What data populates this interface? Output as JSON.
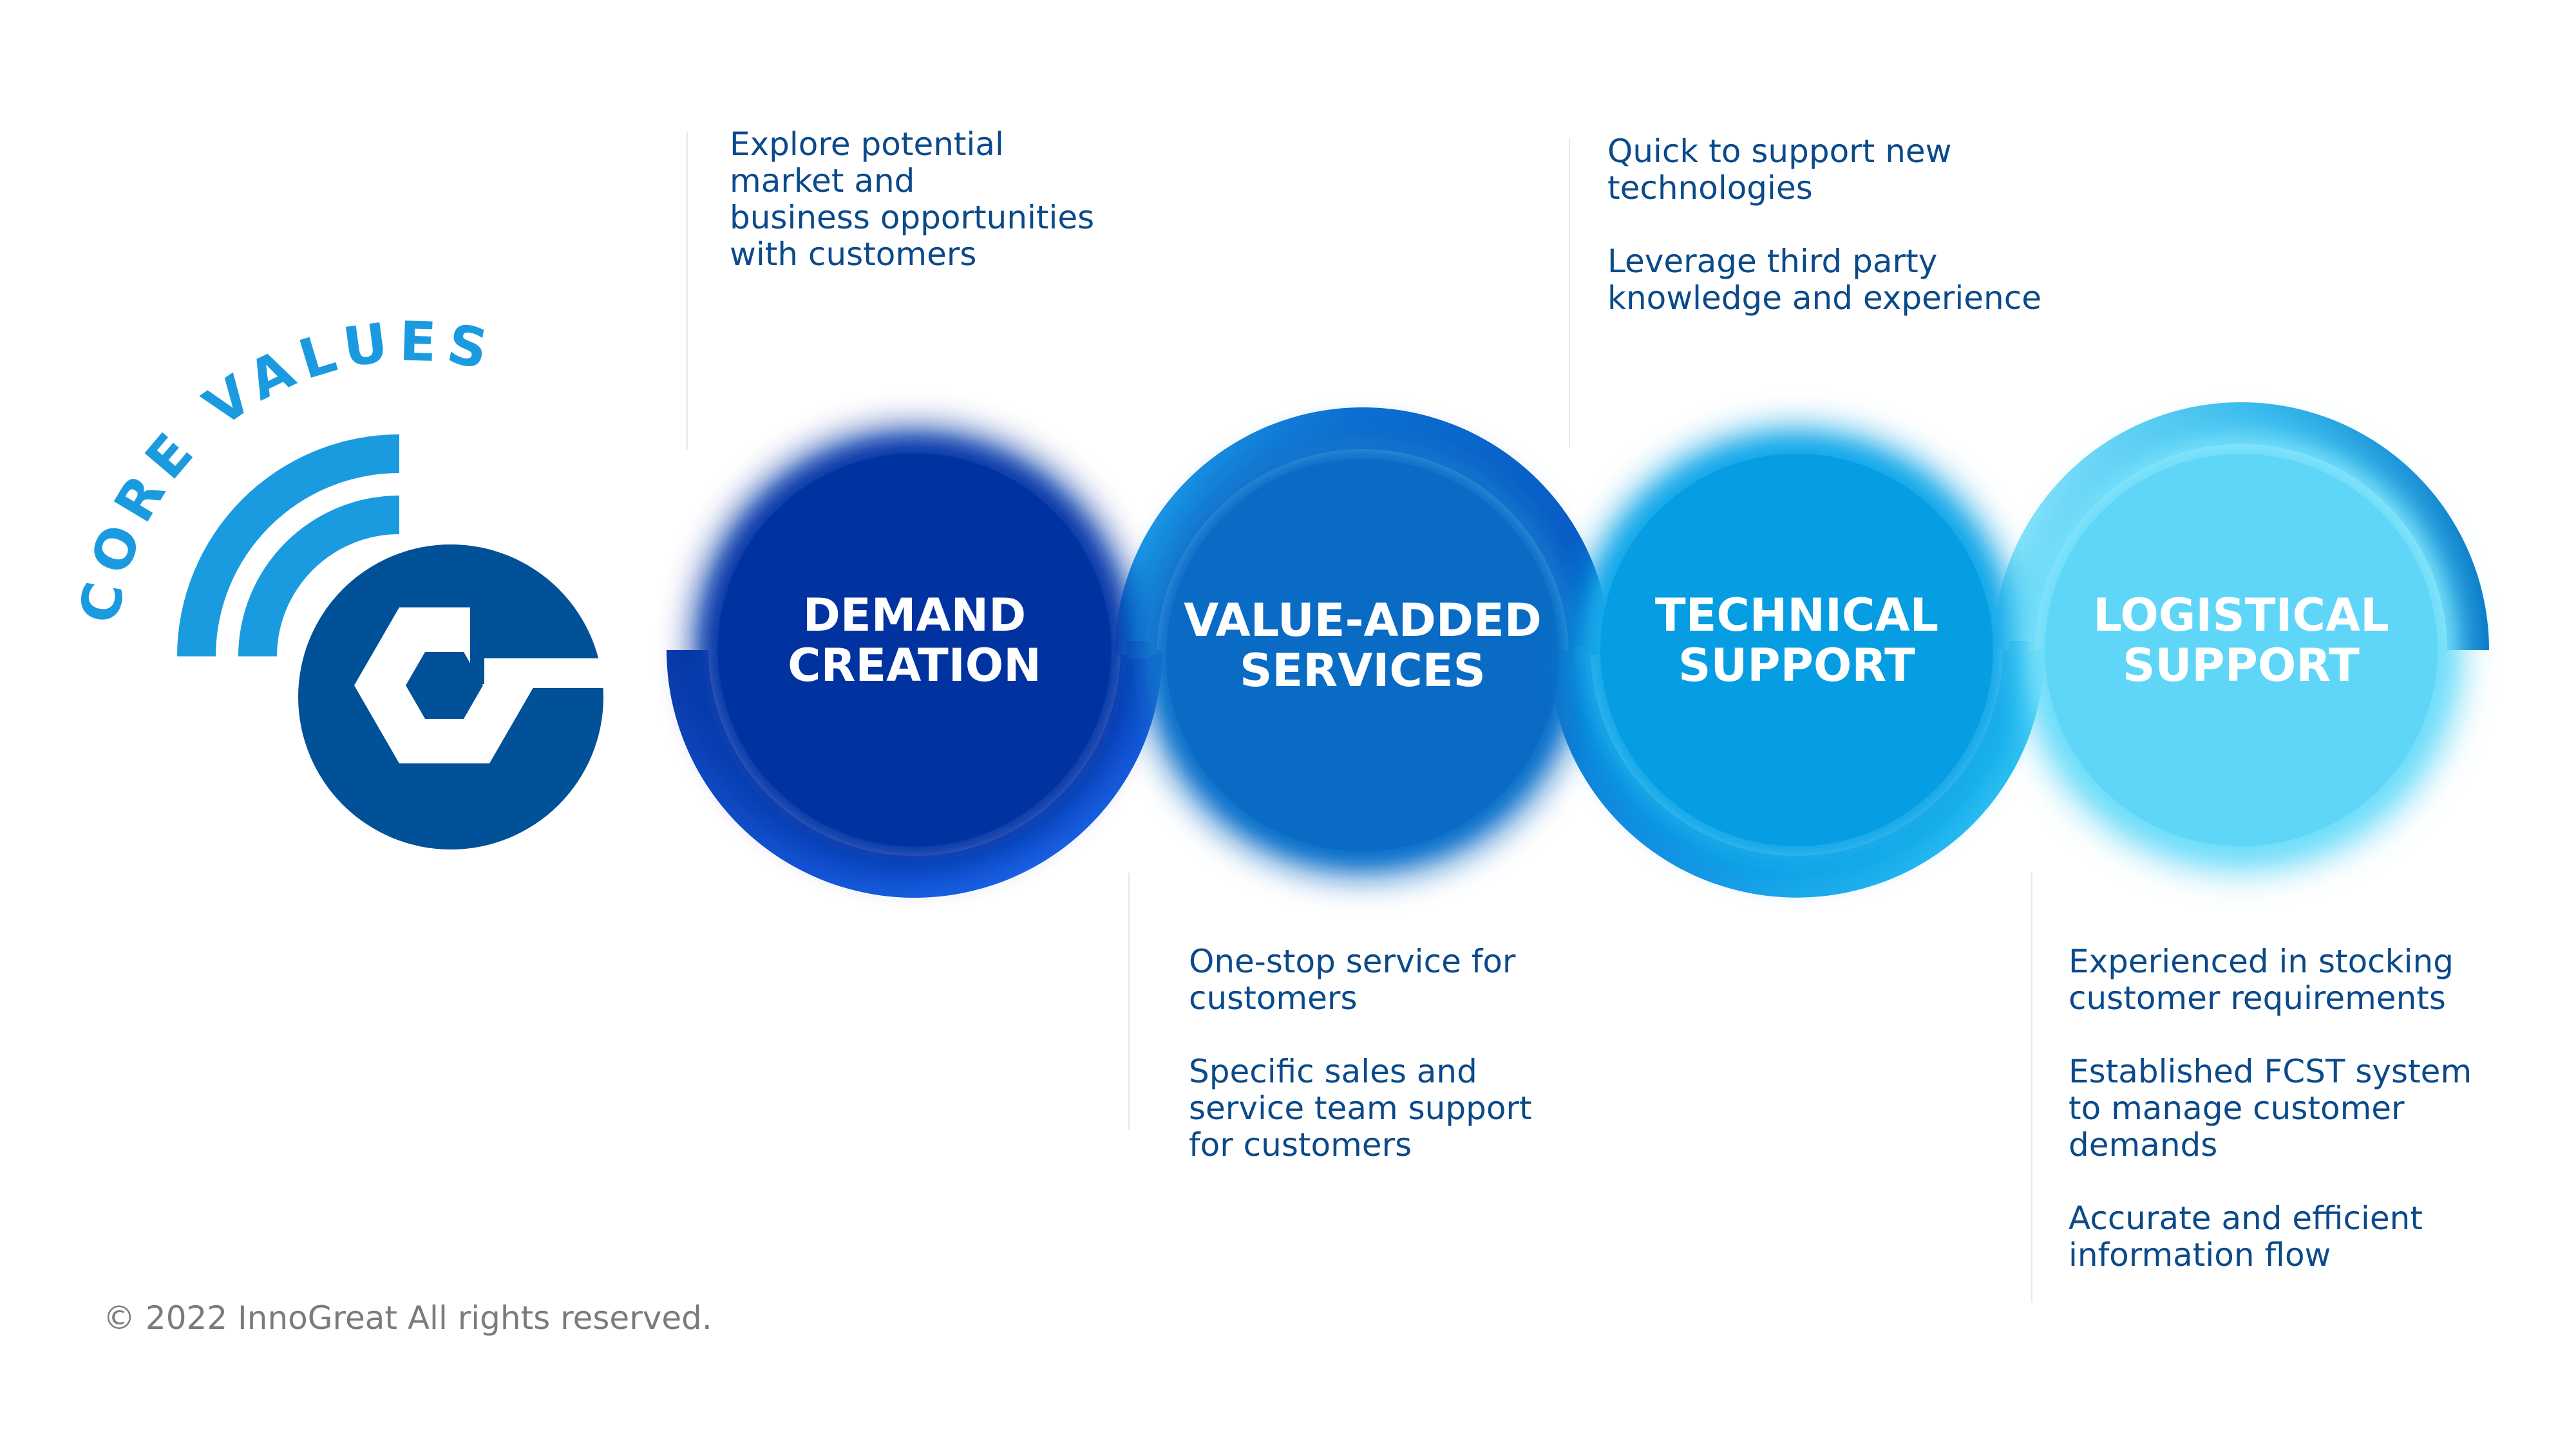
{
  "logo": {
    "arc_text": "CORE VALUES",
    "brand_color": "#005198",
    "accent_color": "#1a9be0"
  },
  "stages": [
    {
      "title_lines": [
        "DEMAND",
        "CREATION"
      ],
      "color": "#0033a0"
    },
    {
      "title_lines": [
        "VALUE-ADDED",
        "SERVICES"
      ],
      "color": "#0a6bc4"
    },
    {
      "title_lines": [
        "TECHNICAL",
        "SUPPORT"
      ],
      "color": "#069de2"
    },
    {
      "title_lines": [
        "LOGISTICAL",
        "SUPPORT"
      ],
      "color": "#5fd6f7"
    }
  ],
  "descriptions": {
    "demand_creation": {
      "items": [
        [
          "Explore potential",
          "market and",
          "business opportunities",
          "with customers"
        ]
      ]
    },
    "value_added_services": {
      "items": [
        [
          "One-stop service for",
          "customers"
        ],
        [
          "Specific sales and",
          "service team support",
          "for customers"
        ]
      ]
    },
    "technical_support": {
      "items": [
        [
          "Quick to support new",
          "technologies"
        ],
        [
          "Leverage third party",
          "knowledge and experience"
        ]
      ]
    },
    "logistical_support": {
      "items": [
        [
          "Experienced in stocking",
          "customer requirements"
        ],
        [
          "Established FCST system",
          "to manage customer",
          "demands"
        ],
        [
          "Accurate and efficient",
          "information flow"
        ]
      ]
    }
  },
  "footer": {
    "copyright": "© 2022 InnoGreat All rights reserved."
  }
}
